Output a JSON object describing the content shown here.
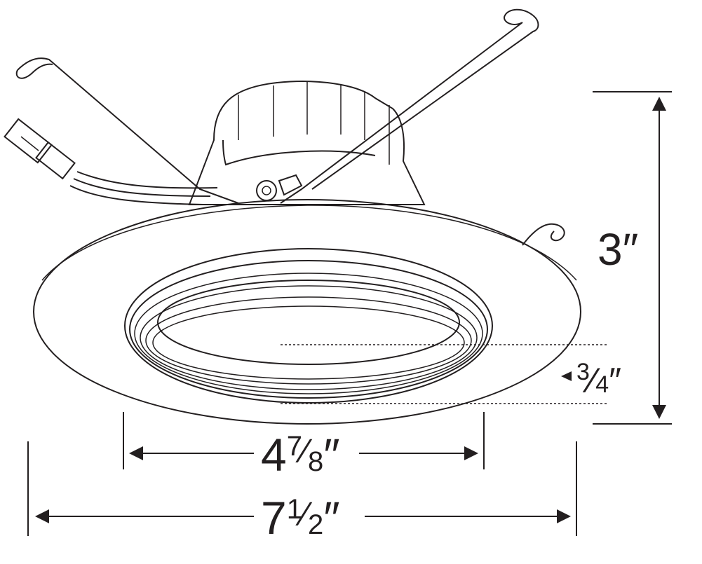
{
  "dimensions": {
    "height": {
      "whole": "3",
      "unit": "″"
    },
    "trim_depth": {
      "numerator": "3",
      "slash": "⁄",
      "denominator": "4",
      "unit": "″"
    },
    "aperture_diameter": {
      "whole": "4",
      "numerator": "7",
      "slash": "⁄",
      "denominator": "8",
      "unit": "″"
    },
    "overall_diameter": {
      "whole": "7",
      "numerator": "1",
      "slash": "⁄",
      "denominator": "2",
      "unit": "″"
    }
  },
  "colors": {
    "line": "#231f20",
    "background": "#ffffff"
  }
}
